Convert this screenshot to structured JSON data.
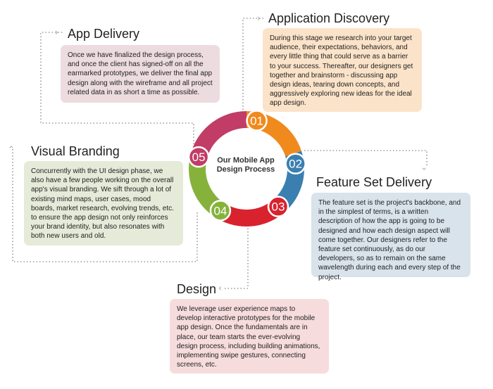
{
  "center_label": "Our Mobile App Design Process",
  "stages": [
    {
      "number": "01",
      "title": "Application Discovery",
      "color": "#f08a1c",
      "box_color": "#fbe3c9",
      "text": "During this stage we research into your target audience, their expectations, behaviors, and every little thing that could serve as a barrier to your success. Thereafter, our designers get together and brainstorm - discussing app design ideas, tearing down concepts, and aggressively exploring new ideas for the ideal app design."
    },
    {
      "number": "02",
      "title": "Feature Set Delivery",
      "color": "#3a7fb0",
      "box_color": "#d8e3ec",
      "text": "The feature set is the project's backbone, and in the simplest of terms, is a written description of how the app is going to be designed and how each design aspect will come together. Our designers refer to the feature set continuously, as do our developers, so as to remain on the same wavelength during each and every step of the project."
    },
    {
      "number": "03",
      "title": "Design",
      "color": "#d8222e",
      "box_color": "#f7dcdd",
      "text": "We leverage user experience maps to develop interactive prototypes for the mobile app design.  Once the fundamentals are in place, our team starts the ever-evolving design process, including building animations, implementing swipe gestures, connecting screens, etc."
    },
    {
      "number": "04",
      "title": "Visual Branding",
      "color": "#86b23c",
      "box_color": "#e6ead9",
      "text": "Concurrently with the UI design phase, we also have a few people working on the overall app's visual branding. We sift through a lot of existing mind maps, user cases, mood boards, market research, evolving trends, etc. to ensure the app design not only reinforces your brand identity, but also resonates with both new users and old."
    },
    {
      "number": "05",
      "title": "App Delivery",
      "color": "#c13c67",
      "box_color": "#ecdce0",
      "text": "Once we have finalized the design process, and once the client has signed-off on all the earmarked prototypes, we deliver the final app design along with the wireframe and all project related data in as short a time as possible."
    }
  ],
  "icons": {
    "arrow": "chevron-icon"
  }
}
